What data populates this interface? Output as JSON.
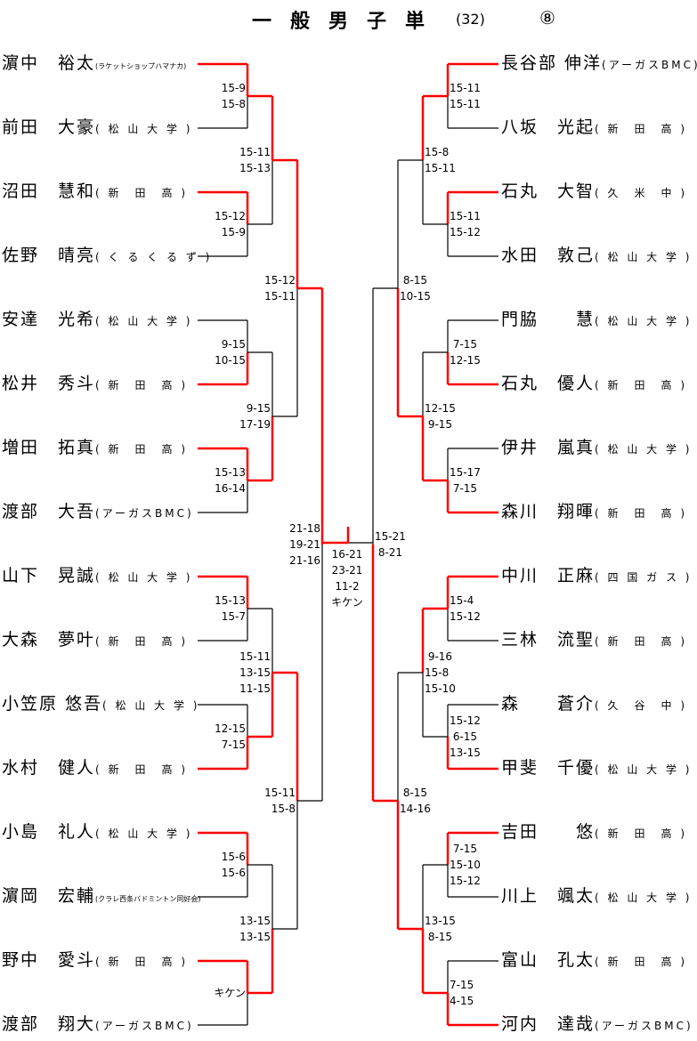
{
  "title": {
    "main": "一般男子単",
    "draw_size": "(32)",
    "block": "⑧"
  },
  "colors": {
    "winner": "#ff0000",
    "line": "#000000"
  },
  "left_players": [
    {
      "name": "濵中　裕太",
      "affiliation": "(ラケットショップハマナカ)",
      "small": true
    },
    {
      "name": "前田　大豪",
      "affiliation": "( 松 山 大 学 )"
    },
    {
      "name": "沼田　慧和",
      "affiliation": "( 新　田　高 )"
    },
    {
      "name": "佐野　晴亮",
      "affiliation": "( く る く る ず )"
    },
    {
      "name": "安達　光希",
      "affiliation": "( 松 山 大 学 )"
    },
    {
      "name": "松井　秀斗",
      "affiliation": "( 新　田　高 )"
    },
    {
      "name": "増田　拓真",
      "affiliation": "( 新　田　高 )"
    },
    {
      "name": "渡部　大吾",
      "affiliation": "(アーガスBMC)"
    },
    {
      "name": "山下　晃誠",
      "affiliation": "( 松 山 大 学 )"
    },
    {
      "name": "大森　夢叶",
      "affiliation": "( 新　田　高 )"
    },
    {
      "name": "小笠原 悠吾",
      "affiliation": "( 松 山 大 学 )"
    },
    {
      "name": "水村　健人",
      "affiliation": "( 新　田　高 )"
    },
    {
      "name": "小島　礼人",
      "affiliation": "( 松 山 大 学 )"
    },
    {
      "name": "濵岡　宏輔",
      "affiliation": "(クラレ西条バドミントン同好会)",
      "small": true
    },
    {
      "name": "野中　愛斗",
      "affiliation": "( 新　田　高 )"
    },
    {
      "name": "渡部　翔大",
      "affiliation": "(アーガスBMC)"
    }
  ],
  "right_players": [
    {
      "name": "長谷部 伸洋",
      "affiliation": "(アーガスBMC)"
    },
    {
      "name": "八坂　光起",
      "affiliation": "( 新　田　高 )"
    },
    {
      "name": "石丸　大智",
      "affiliation": "( 久　米　中 )"
    },
    {
      "name": "水田　敦己",
      "affiliation": "( 松 山 大 学 )"
    },
    {
      "name": "門脇　　慧",
      "affiliation": "( 松 山 大 学 )"
    },
    {
      "name": "石丸　優人",
      "affiliation": "( 新　田　高 )"
    },
    {
      "name": "伊井　嵐真",
      "affiliation": "( 松 山 大 学 )"
    },
    {
      "name": "森川　翔暉",
      "affiliation": "( 新　田　高 )"
    },
    {
      "name": "中川　正麻",
      "affiliation": "( 四 国 ガ ス )"
    },
    {
      "name": "三林　流聖",
      "affiliation": "( 新　田　高 )"
    },
    {
      "name": "森　　蒼介",
      "affiliation": "( 久　谷　中 )"
    },
    {
      "name": "甲斐　千優",
      "affiliation": "( 松 山 大 学 )"
    },
    {
      "name": "吉田　　悠",
      "affiliation": "( 新　田　高 )"
    },
    {
      "name": "川上　颯太",
      "affiliation": "( 松 山 大 学 )"
    },
    {
      "name": "富山　孔太",
      "affiliation": "( 新　田　高 )"
    },
    {
      "name": "河内　達哉",
      "affiliation": "(アーガスBMC)"
    }
  ],
  "left_rounds": [
    [
      {
        "winner": 0,
        "scores": [
          "15-9",
          "15-8"
        ]
      },
      {
        "winner": 0,
        "scores": [
          "15-12",
          "15-9"
        ]
      },
      {
        "winner": 1,
        "scores": [
          "9-15",
          "10-15"
        ]
      },
      {
        "winner": 0,
        "scores": [
          "15-13",
          "16-14"
        ]
      },
      {
        "winner": 0,
        "scores": [
          "15-13",
          "15-7"
        ]
      },
      {
        "winner": 1,
        "scores": [
          "12-15",
          "7-15"
        ]
      },
      {
        "winner": 0,
        "scores": [
          "15-6",
          "15-6"
        ]
      },
      {
        "winner": 0,
        "scores": [
          "キケン"
        ]
      }
    ],
    [
      {
        "winner": 0,
        "scores": [
          "15-11",
          "15-13"
        ]
      },
      {
        "winner": 1,
        "scores": [
          "9-15",
          "17-19"
        ]
      },
      {
        "winner": 1,
        "scores": [
          "15-11",
          "13-15",
          "11-15"
        ]
      },
      {
        "winner": 1,
        "scores": [
          "13-15",
          "13-15"
        ]
      }
    ],
    [
      {
        "winner": 0,
        "scores": [
          "15-12",
          "15-11"
        ]
      },
      {
        "winner": 0,
        "scores": [
          "15-11",
          "15-8"
        ]
      }
    ],
    [
      {
        "winner": 0,
        "scores": [
          "21-18",
          "19-21",
          "21-16"
        ]
      }
    ]
  ],
  "right_rounds": [
    [
      {
        "winner": 0,
        "scores": [
          "15-11",
          "15-11"
        ]
      },
      {
        "winner": 0,
        "scores": [
          "15-11",
          "15-12"
        ]
      },
      {
        "winner": 1,
        "scores": [
          " 7-15",
          "12-15"
        ]
      },
      {
        "winner": 1,
        "scores": [
          "15-17",
          " 7-15"
        ]
      },
      {
        "winner": 0,
        "scores": [
          "15-4",
          "15-12"
        ]
      },
      {
        "winner": 1,
        "scores": [
          "15-12",
          " 6-15",
          "13-15"
        ]
      },
      {
        "winner": 0,
        "scores": [
          " 7-15",
          "15-10",
          "15-12"
        ]
      },
      {
        "winner": 1,
        "scores": [
          "7-15",
          "4-15"
        ]
      }
    ],
    [
      {
        "winner": 0,
        "scores": [
          "15-8",
          "15-11"
        ]
      },
      {
        "winner": 1,
        "scores": [
          "12-15",
          " 9-15"
        ]
      },
      {
        "winner": 0,
        "scores": [
          " 9-16",
          "15-8",
          "15-10"
        ]
      },
      {
        "winner": 1,
        "scores": [
          "13-15",
          " 8-15"
        ]
      }
    ],
    [
      {
        "winner": 1,
        "scores": [
          " 8-15",
          "10-15"
        ]
      },
      {
        "winner": 1,
        "scores": [
          " 8-15",
          "14-16"
        ]
      }
    ],
    [
      {
        "winner": 1,
        "scores": [
          "15-21",
          " 8-21"
        ]
      }
    ]
  ],
  "final": {
    "winner": "left",
    "scores": [
      "16-21",
      "23-21",
      "11-2",
      "キケン"
    ]
  }
}
